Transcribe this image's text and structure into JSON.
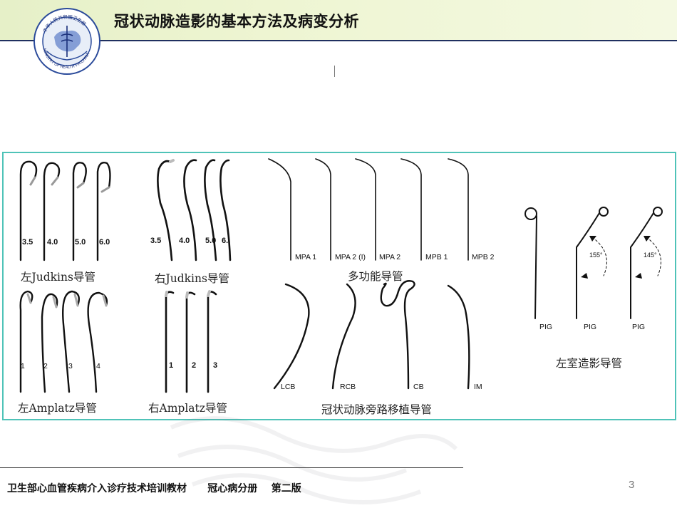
{
  "header": {
    "title": "冠状动脉造影的基本方法及病变分析",
    "logo_text_top": "中华人民共和国卫生部",
    "logo_text_bottom": "MINISTRY OF HEALTH P.R.CHINA"
  },
  "figure": {
    "left_judkins": {
      "caption": "左Judkins导管",
      "sizes": [
        "3.5",
        "4.0",
        "5.0",
        "6.0"
      ]
    },
    "right_judkins": {
      "caption": "右Judkins导管",
      "sizes": [
        "3.5",
        "4.0",
        "5.0",
        "6."
      ]
    },
    "multipurpose": {
      "caption": "多功能导管",
      "labels": [
        "MPA 1",
        "MPA 2 (I)",
        "MPA 2",
        "MPB 1",
        "MPB 2"
      ]
    },
    "left_amplatz": {
      "caption": "左Amplatz导管",
      "sizes": [
        "1",
        "2",
        "3",
        "4"
      ]
    },
    "right_amplatz": {
      "caption": "右Amplatz导管",
      "sizes": [
        "1",
        "2",
        "3"
      ]
    },
    "bypass": {
      "caption": "冠状动脉旁路移植导管",
      "labels": [
        "LCB",
        "RCB",
        "CB",
        "IM"
      ]
    },
    "pigtail": {
      "caption": "左室造影导管",
      "labels": [
        "PIG",
        "PIG",
        "PIG"
      ],
      "angles": [
        "155°",
        "145°"
      ]
    }
  },
  "footer": {
    "text": "卫生部心血管疾病介入诊疗技术培训教材      冠心病分册    第二版",
    "page": "3"
  }
}
